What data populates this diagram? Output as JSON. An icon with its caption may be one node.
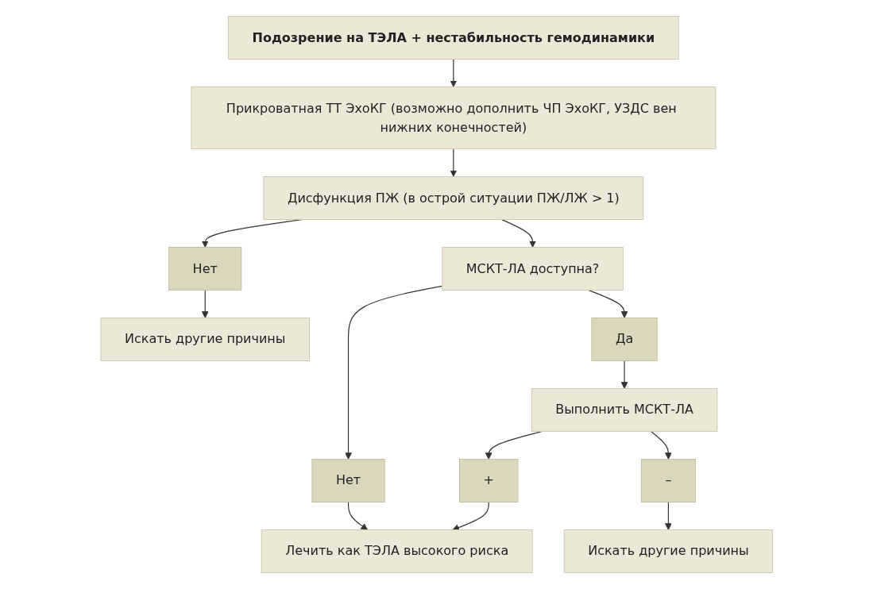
{
  "diagram": {
    "nodes": [
      {
        "text": [
          "Подозрение на ТЭЛА + нестабильность гемодинамики"
        ]
      },
      {
        "text": [
          "Прикроватная ТТ ЭхоКГ (возможно дополнить ЧП ЭхоКГ, УЗДС вен нижних конечностей)"
        ]
      },
      {
        "text": [
          "Дисфункция ПЖ (в острой ситуации ПЖ/ЛЖ > 1)"
        ]
      },
      {
        "text": [
          "Нет"
        ]
      },
      {
        "text": [
          "МСКТ-ЛА доступна?"
        ]
      },
      {
        "text": [
          "Искать другие причины"
        ]
      },
      {
        "text": [
          "Нет"
        ]
      },
      {
        "text": [
          "Да"
        ]
      },
      {
        "text": [
          "Выполнить МСКТ-ЛА"
        ]
      },
      {
        "text": [
          "+"
        ]
      },
      {
        "text": [
          "–"
        ]
      },
      {
        "text": [
          "Лечить как ТЭЛА высокого риска"
        ]
      },
      {
        "text": [
          "Искать другие причины"
        ]
      }
    ],
    "edges": [
      {
        "from": 0,
        "to": 1,
        "arrow": "to"
      },
      {
        "from": 1,
        "to": 2,
        "arrow": "to"
      },
      {
        "from": 2,
        "to": 3,
        "arrow": "to"
      },
      {
        "from": 2,
        "to": 4,
        "arrow": "to"
      },
      {
        "from": 3,
        "to": 5,
        "arrow": "to"
      },
      {
        "from": 4,
        "to": 6,
        "arrow": "to"
      },
      {
        "from": 4,
        "to": 7,
        "arrow": "to"
      },
      {
        "from": 7,
        "to": 8,
        "arrow": "to"
      },
      {
        "from": 8,
        "to": 9,
        "arrow": "to"
      },
      {
        "from": 8,
        "to": 10,
        "arrow": "to"
      },
      {
        "from": 6,
        "to": 11,
        "arrow": "to"
      },
      {
        "from": 9,
        "to": 11,
        "arrow": "to"
      },
      {
        "from": 10,
        "to": 12,
        "arrow": "to"
      }
    ]
  }
}
